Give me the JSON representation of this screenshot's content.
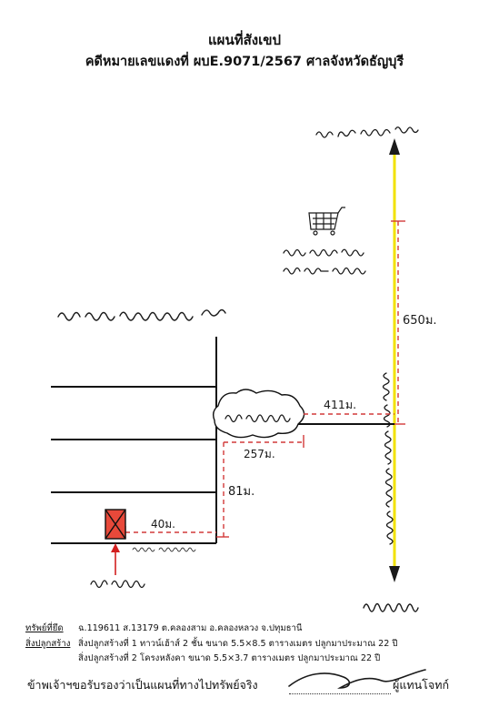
{
  "title": {
    "line1": "แผนที่สังเขป",
    "line2": "คดีหมายเลขแดงที่ ผบE.9071/2567 ศาลจังหวัดธัญบุรี"
  },
  "labels": {
    "dist_650": "650ม.",
    "dist_411": "411ม.",
    "dist_257": "257ม.",
    "dist_81": "81ม.",
    "dist_40": "40ม."
  },
  "footer": {
    "seized_label": "ทรัพย์ที่ยึด",
    "seized_value": "ฉ.119611 ส.13179 ต.คลองสาม อ.คลองหลวง จ.ปทุมธานี",
    "building_label": "สิ่งปลูกสร้าง",
    "building1": "สิ่งปลูกสร้างที่ 1 ทาวน์เฮ้าส์ 2 ชั้น ขนาด 5.5×8.5 ตารางเมตร ปลูกมาประมาณ 22 ปี",
    "building2": "สิ่งปลูกสร้างที่ 2 โครงหลังคา ขนาด 5.5×3.7 ตารางเมตร ปลูกมาประมาณ 22 ปี",
    "certify": "ข้าพเจ้าฯขอรับรองว่าเป็นแผนที่ทางไปทรัพย์จริง",
    "signer": "ผู้แทนโจทก์"
  },
  "colors": {
    "road": "#111111",
    "highway": "#f2e200",
    "highway_arrow": "#1a1a1a",
    "dimension": "#d23a3a",
    "property_fill": "#e8493a",
    "property_marker": "#d21f1f",
    "ink": "#1a1a1a"
  },
  "icons": {
    "store": "shopping-cart-icon",
    "property": "house-x-icon",
    "pointer": "arrow-up-icon",
    "signature": "signature-scribble"
  }
}
